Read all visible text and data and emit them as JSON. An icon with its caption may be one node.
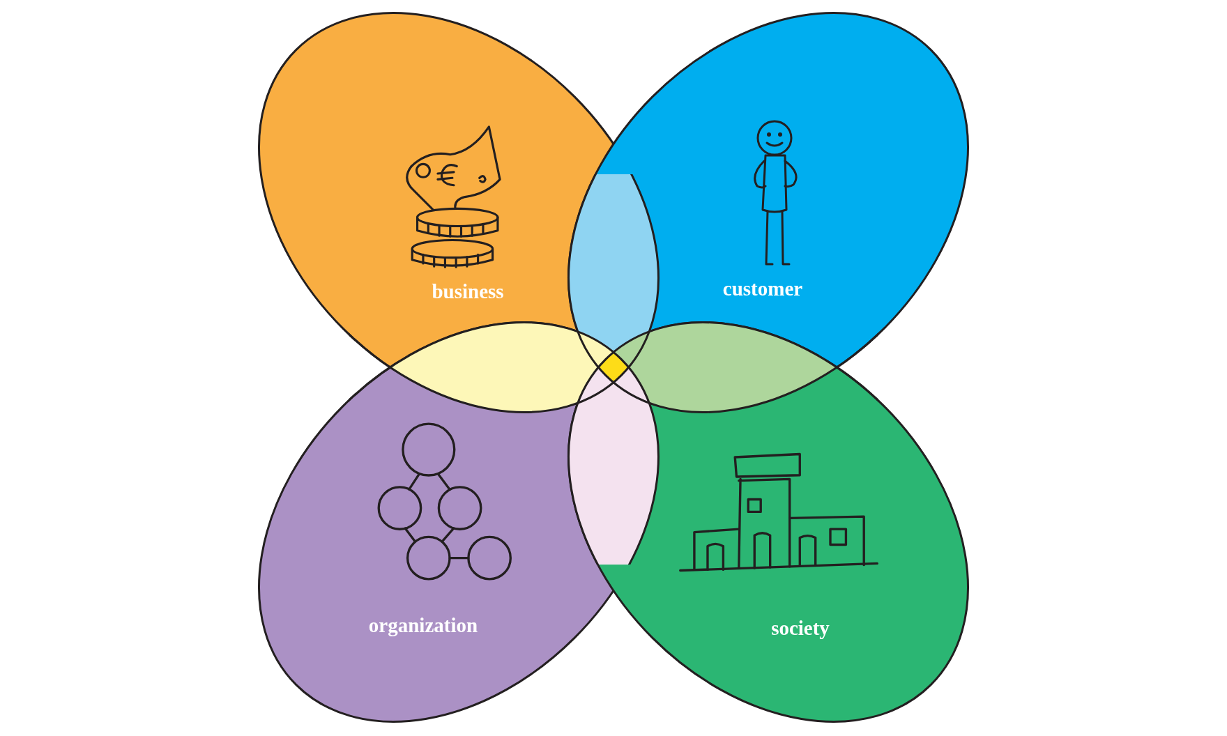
{
  "diagram": {
    "nodes": [
      {
        "text": [
          "business"
        ]
      },
      {
        "text": [
          "customer"
        ]
      },
      {
        "text": [
          "organization"
        ]
      },
      {
        "text": [
          "society"
        ]
      }
    ]
  }
}
